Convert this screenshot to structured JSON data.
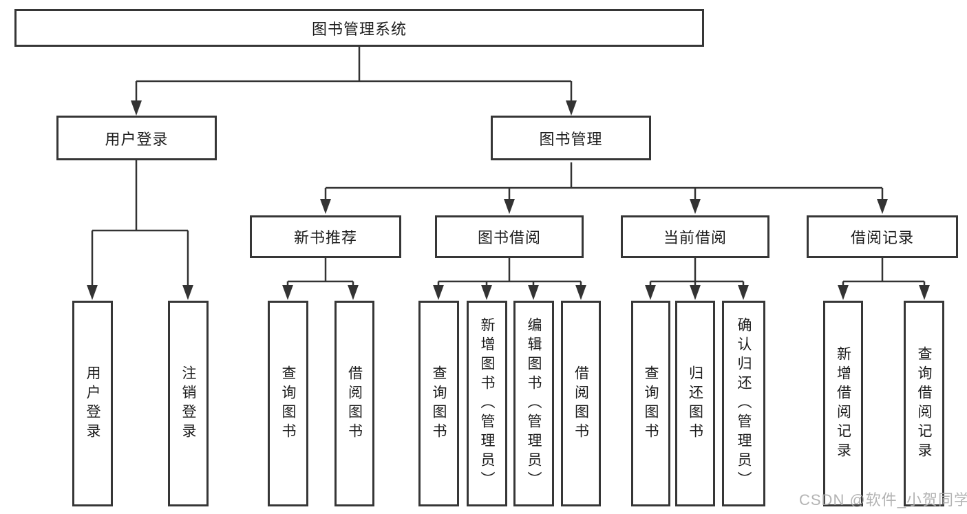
{
  "diagram": {
    "title": "图书管理系统",
    "root": {
      "label": "图书管理系统"
    },
    "level2": {
      "user_login": {
        "label": "用户登录"
      },
      "book_mgmt": {
        "label": "图书管理"
      }
    },
    "level3": {
      "new_book_rec": {
        "label": "新书推荐"
      },
      "book_borrow": {
        "label": "图书借阅"
      },
      "current_borrow": {
        "label": "当前借阅"
      },
      "borrow_records": {
        "label": "借阅记录"
      }
    },
    "leaves": {
      "leaf_user_login": {
        "label": "用户登录",
        "parent": "用户登录"
      },
      "leaf_logout": {
        "label": "注销登录",
        "parent": "用户登录"
      },
      "rec_query_books": {
        "label": "查询图书",
        "parent": "新书推荐"
      },
      "rec_borrow_books": {
        "label": "借阅图书",
        "parent": "新书推荐"
      },
      "bb_query_books": {
        "label": "查询图书",
        "parent": "图书借阅"
      },
      "bb_add_books": {
        "label": "新增图书（管理员）",
        "parent": "图书借阅"
      },
      "bb_edit_books": {
        "label": "编辑图书（管理员）",
        "parent": "图书借阅"
      },
      "bb_borrow_books": {
        "label": "借阅图书",
        "parent": "图书借阅"
      },
      "cb_query_books": {
        "label": "查询图书",
        "parent": "当前借阅"
      },
      "cb_return_books": {
        "label": "归还图书",
        "parent": "当前借阅"
      },
      "cb_confirm_return": {
        "label": "确认归还（管理员）",
        "parent": "当前借阅"
      },
      "br_add_record": {
        "label": "新增借阅记录",
        "parent": "借阅记录"
      },
      "br_query_record": {
        "label": "查询借阅记录",
        "parent": "借阅记录"
      }
    }
  },
  "watermark": {
    "text": "CSDN @软件_小贺同学"
  },
  "colors": {
    "line": "#333333",
    "box_border": "#363636",
    "text": "#1d1d1d",
    "background": "#ffffff",
    "watermark": "#ababab"
  }
}
